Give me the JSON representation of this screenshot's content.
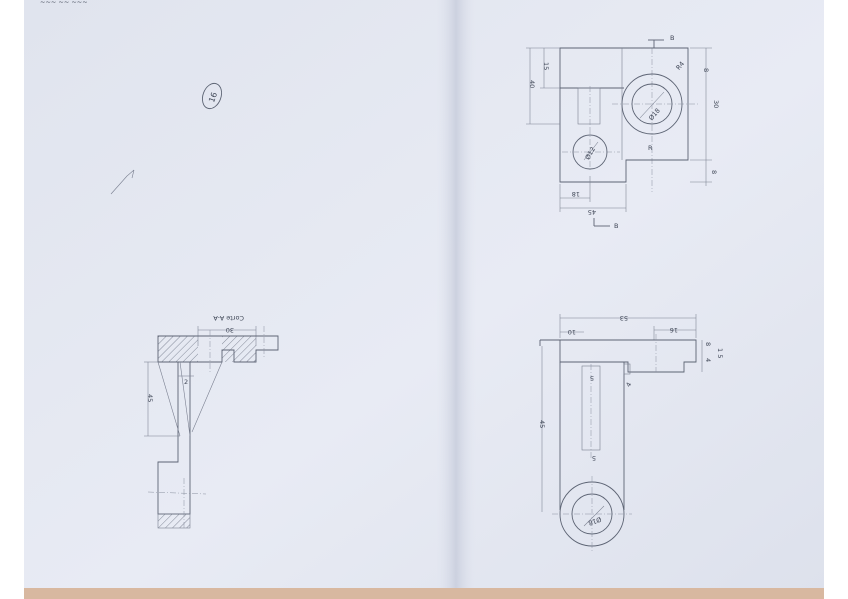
{
  "page": {
    "paper_color": "#e6e9f3",
    "shadow_color": "#c2c7d6",
    "pencil_color": "#5d6474"
  },
  "marks": {
    "sheet_number": "16",
    "top_left_scribble": "~~~ ~~ ~~~"
  },
  "section_view": {
    "title": "Corte A-A",
    "dims": {
      "top_width": "30",
      "depth": "2",
      "height": "45"
    }
  },
  "top_view": {
    "section_marker_top": "B",
    "section_marker_bottom": "B",
    "dims": {
      "outer_height": "40",
      "step_height": "15",
      "right_top": "8",
      "right_total": "30",
      "right_bottom": "8",
      "hole_small": "Ø12",
      "hole_big": "Ø18",
      "fillet": "R4",
      "left_offset": "18",
      "bottom_width": "45",
      "radius_r": "R"
    }
  },
  "side_view": {
    "dims": {
      "total_width": "53",
      "right_width": "16",
      "left_width": "10",
      "arm_length": "45",
      "slot_width": "5",
      "flange_t1": "8",
      "flange_t2": "4",
      "side_note": "1 5",
      "hole": "Ø18"
    }
  }
}
